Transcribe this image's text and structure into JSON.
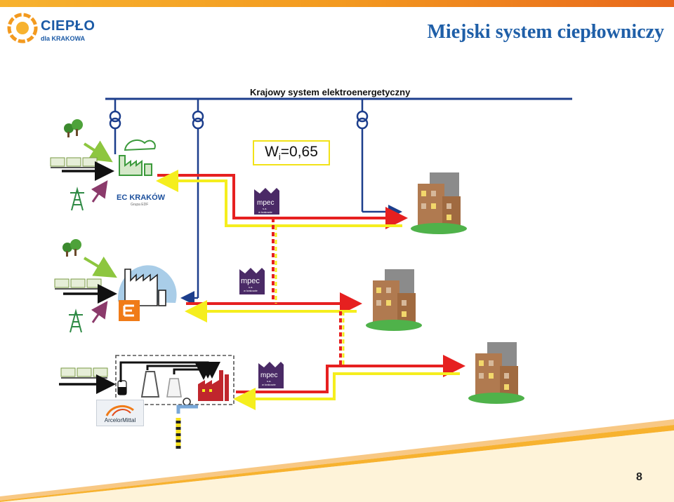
{
  "logo": {
    "name": "CIEPŁO",
    "sub": "dla KRAKOWA"
  },
  "title": "Miejski system ciepłowniczy",
  "grid_label": "Krajowy system elektroenergetyczny",
  "efficiency": {
    "symbol": "W",
    "subscript": "i",
    "value": "=0,65"
  },
  "plants": {
    "ec_krakow": {
      "label": "EC KRAKÓW",
      "sub": "Grupa EDF"
    },
    "arcelor": {
      "label": "ArcelorMittal"
    }
  },
  "mpec": {
    "name": "mpec",
    "line1": "s.a.",
    "line2": "w krakowie"
  },
  "colors": {
    "supply": "#e62020",
    "return": "#f5ee1e",
    "power": "#1c3e8c",
    "accent": "#f39a1f",
    "title": "#1f5fa8"
  },
  "icons": [
    "transformer-icon",
    "tree-icon",
    "coal-wagon-icon",
    "pylon-icon",
    "factory-icon",
    "building-icon",
    "mpec-logo-icon"
  ],
  "slide_number": "8"
}
